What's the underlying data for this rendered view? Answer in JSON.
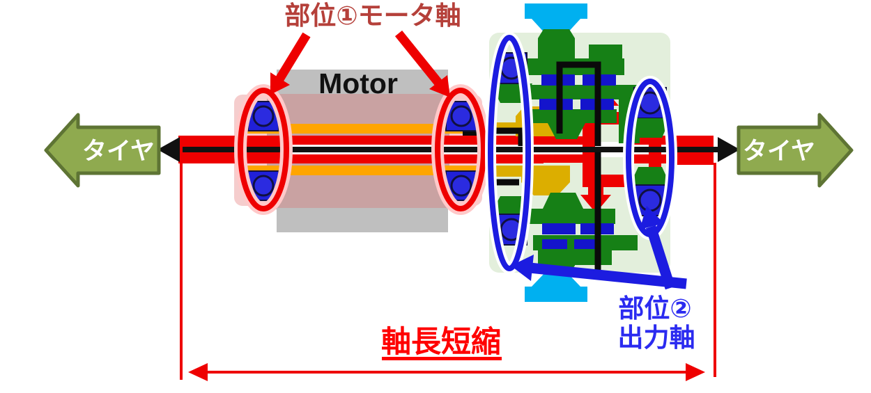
{
  "diagram": {
    "part1_label": "部位①モータ軸",
    "part2_label_line1": "部位②",
    "part2_label_line2": "出力軸",
    "shaft_length_label": "軸長短縮",
    "motor_label": "Motor",
    "tire_left_label": "タイヤ",
    "tire_right_label": "タイヤ"
  },
  "icons": {
    "tire_arrow_left": "block-arrow-left",
    "tire_arrow_right": "block-arrow-right",
    "pointer_arrows_part1": "thick-red-arrows",
    "pointer_arrows_part2": "thick-blue-arrows",
    "dimension_arrow": "double-headed-red-arrow",
    "power_flow_arrows": "red-up-down-arrows"
  },
  "colors": {
    "part1_label_color": "#b5403a",
    "part2_label_color": "#2b2bf0",
    "shaft_label_color": "#ff0000",
    "tire_text_color": "#ffffff",
    "red": "#ee0000",
    "oval_red": "#ee0000",
    "oval_blue": "#1c1ce0",
    "tire_green": "#8faa4f",
    "tire_border": "#5e7434",
    "motor_gray": "#bfbfbf",
    "motor_body_mauve": "#c9a2a2",
    "motor_glow_pink": "#f5cdcd",
    "winding_orange": "#ffa500",
    "gear_dark_green": "#168016",
    "gear_blue": "#1414cc",
    "gearbox_bg_green": "#e3efdc",
    "cyan": "#00b0f0",
    "gold": "#dcae00",
    "shaft_black": "#111111"
  }
}
